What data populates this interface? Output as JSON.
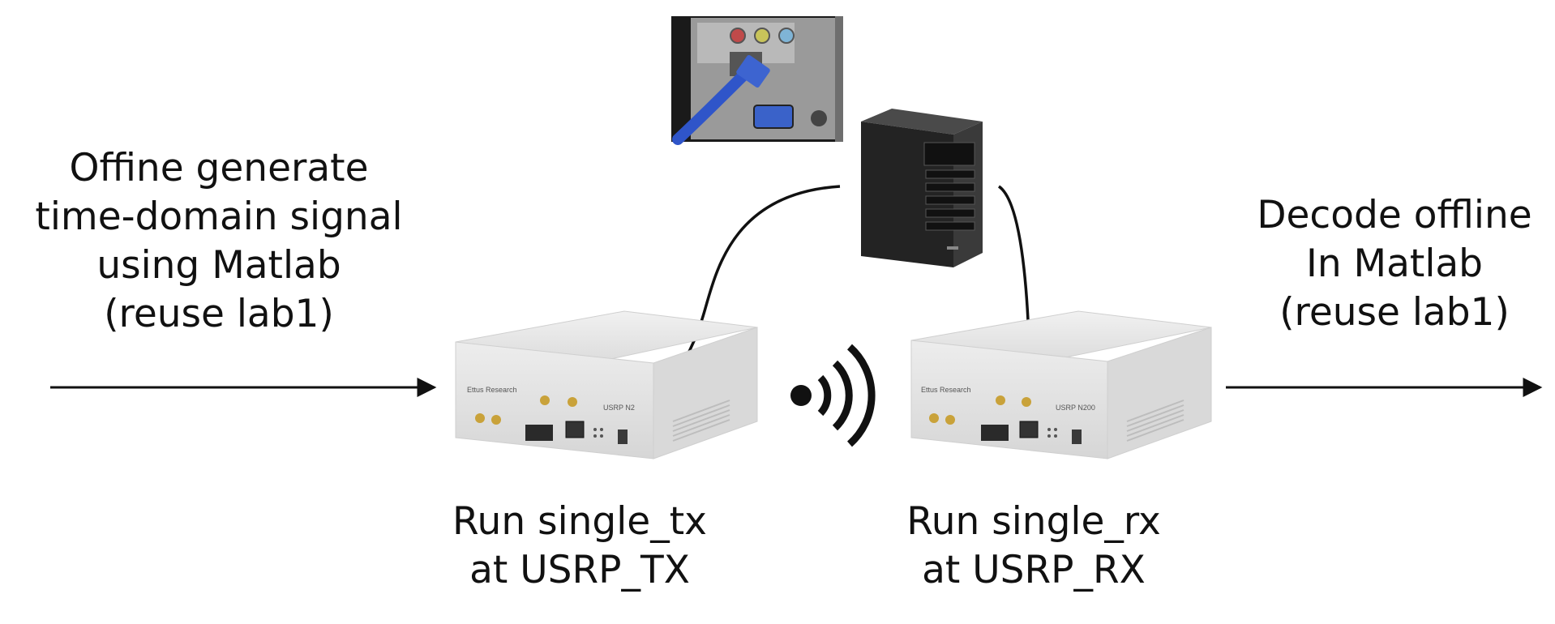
{
  "labels": {
    "offline_generate": "Offine generate\ntime-domain signal\nusing Matlab\n(reuse lab1)",
    "decode_offline": "Decode offline\nIn Matlab\n(reuse lab1)",
    "tx_caption": "Run single_tx\nat USRP_TX",
    "rx_caption": "Run single_rx\nat USRP_RX"
  },
  "device_text": {
    "tx_brand": "Ettus Research",
    "tx_model": "USRP N2",
    "rx_brand": "Ettus Research",
    "rx_model": "USRP N200"
  },
  "icons": [
    "ethernet-photo",
    "pc-tower-icon",
    "usrp-tx-device",
    "usrp-rx-device",
    "wireless-signal-icon",
    "arrow-in",
    "arrow-out"
  ],
  "colors": {
    "cable": "#2f55c9",
    "line": "#111111",
    "device": "#e6e6e6",
    "tower": "#2a2a2a"
  }
}
